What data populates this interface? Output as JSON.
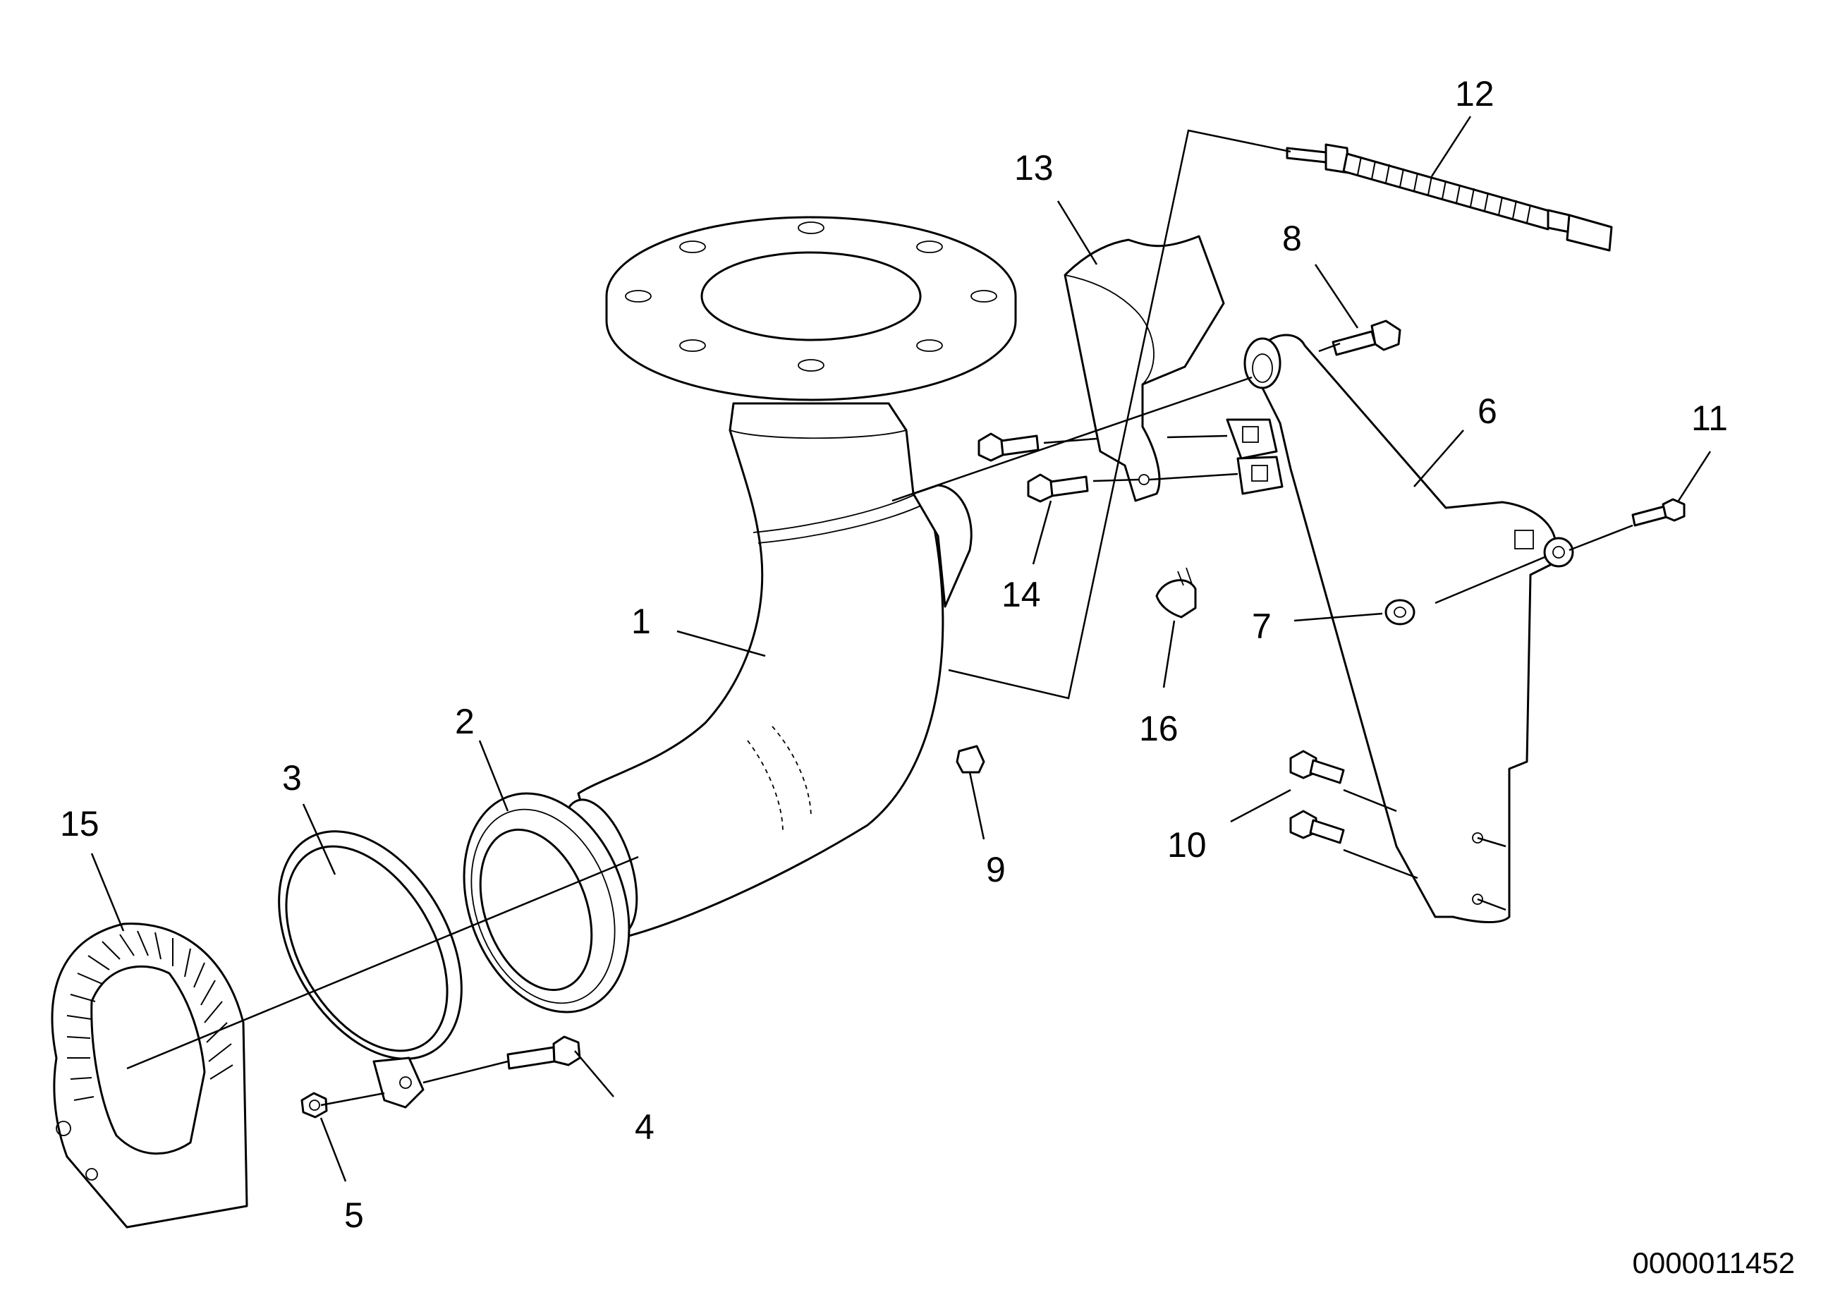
{
  "drawing": {
    "document_number": "0000011452",
    "callouts": [
      {
        "id": "1",
        "label": "1"
      },
      {
        "id": "2",
        "label": "2"
      },
      {
        "id": "3",
        "label": "3"
      },
      {
        "id": "4",
        "label": "4"
      },
      {
        "id": "5",
        "label": "5"
      },
      {
        "id": "6",
        "label": "6"
      },
      {
        "id": "7",
        "label": "7"
      },
      {
        "id": "8",
        "label": "8"
      },
      {
        "id": "9",
        "label": "9"
      },
      {
        "id": "10",
        "label": "10"
      },
      {
        "id": "11",
        "label": "11"
      },
      {
        "id": "12",
        "label": "12"
      },
      {
        "id": "13",
        "label": "13"
      },
      {
        "id": "14",
        "label": "14"
      },
      {
        "id": "15",
        "label": "15"
      },
      {
        "id": "16",
        "label": "16"
      }
    ]
  }
}
